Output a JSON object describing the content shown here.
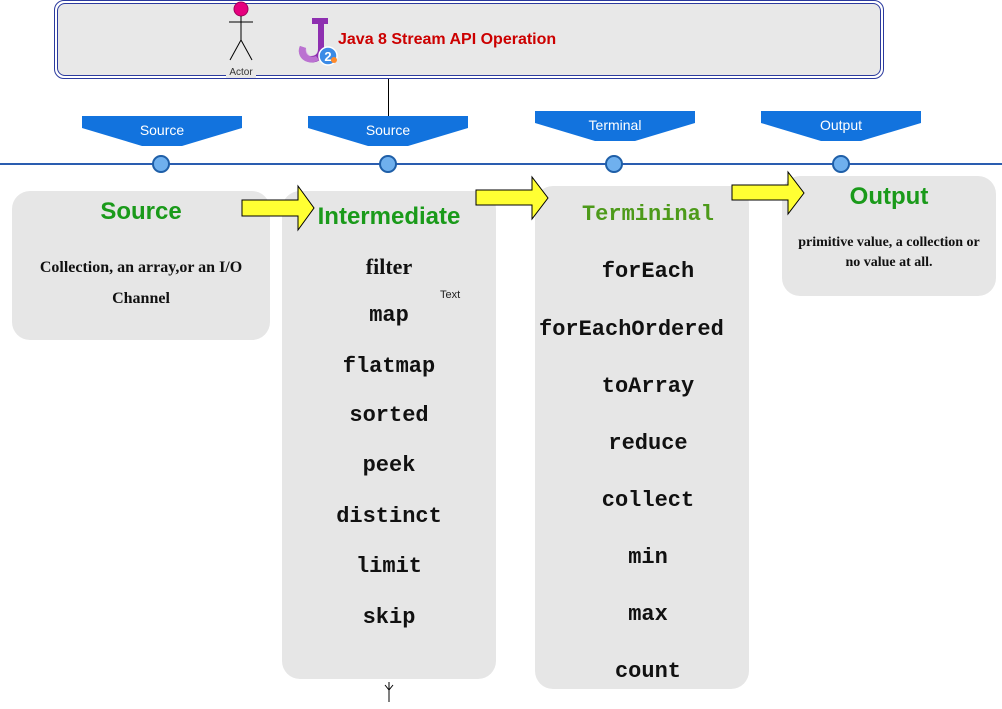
{
  "header": {
    "title": "Java 8 Stream API Operation",
    "actor_label": "Actor",
    "logo_badge": "2"
  },
  "banners": [
    {
      "label": "Source"
    },
    {
      "label": "Source"
    },
    {
      "label": "Terminal"
    },
    {
      "label": "Output"
    }
  ],
  "source_card": {
    "title": "Source",
    "description": "Collection, an array,or an I/O Channel"
  },
  "intermediate_card": {
    "title": "Intermediate",
    "text_tag": "Text",
    "operations": [
      "filter",
      "map",
      "flatmap",
      "sorted",
      "peek",
      "distinct",
      "limit",
      "skip"
    ]
  },
  "terminal_card": {
    "title": "Termininal",
    "operations": [
      "forEach",
      "forEachOrdered",
      "toArray",
      "reduce",
      "collect",
      "min",
      "max",
      "count"
    ]
  },
  "output_card": {
    "title": "Output",
    "description": "primitive value, a collection or no value at all."
  },
  "colors": {
    "banner_blue": "#1273de",
    "timeline_blue": "#2a5db0",
    "title_green": "#1a9a1a",
    "terminal_title_green": "#4d9a1a",
    "header_title_red": "#cc0000",
    "arrow_yellow": "#ffff33",
    "card_gray": "#e6e6e6"
  },
  "icons": [
    "actor-stick-figure-icon",
    "java-j-logo-icon",
    "yellow-right-arrow-icon"
  ]
}
